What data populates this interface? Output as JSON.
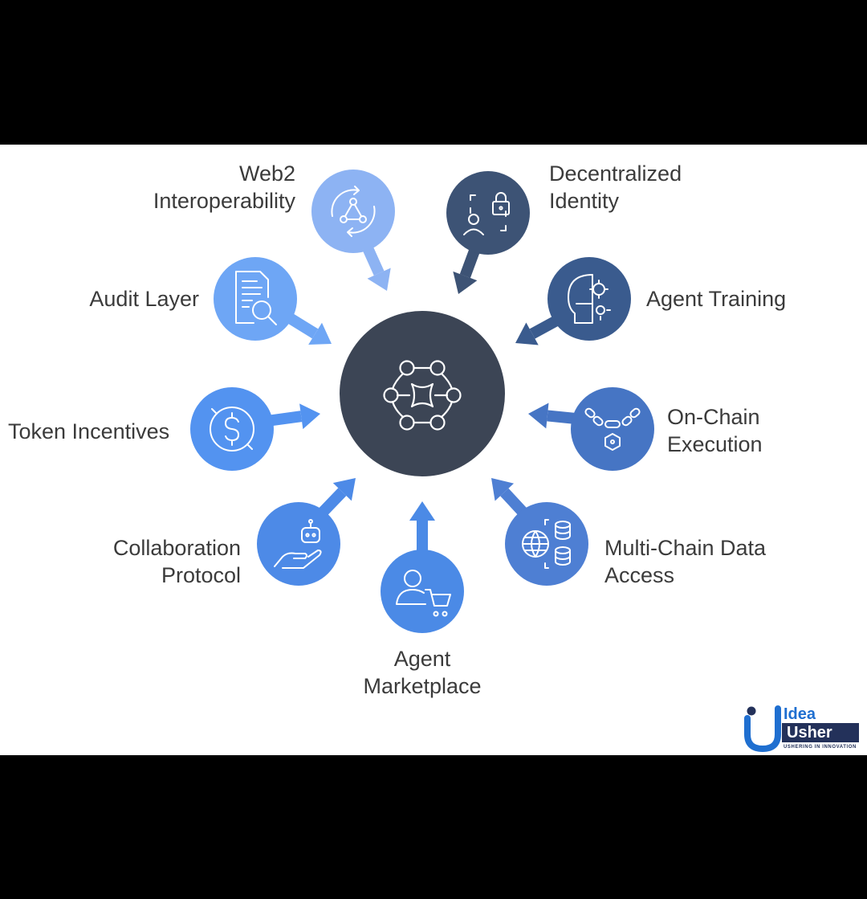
{
  "diagram": {
    "nodes": [
      {
        "id": "web2",
        "label": "Web2\nInteroperability",
        "icon": "sync-triangle-icon",
        "color": "#8db3f3"
      },
      {
        "id": "identity",
        "label": "Decentralized\nIdentity",
        "icon": "user-lock-icon",
        "color": "#3d5375"
      },
      {
        "id": "training",
        "label": "Agent Training",
        "icon": "head-gears-icon",
        "color": "#3a5b8e"
      },
      {
        "id": "onchain",
        "label": "On-Chain\nExecution",
        "icon": "chain-link-icon",
        "color": "#4675c4"
      },
      {
        "id": "multichain",
        "label": "Multi-Chain Data\nAccess",
        "icon": "globe-database-icon",
        "color": "#4e7fd3"
      },
      {
        "id": "marketplace",
        "label": "Agent\nMarketplace",
        "icon": "user-cart-icon",
        "color": "#4b8ae6"
      },
      {
        "id": "collab",
        "label": "Collaboration\nProtocol",
        "icon": "robot-hand-icon",
        "color": "#4d8ae7"
      },
      {
        "id": "token",
        "label": "Token Incentives",
        "icon": "dollar-coin-icon",
        "color": "#5393f0"
      },
      {
        "id": "audit",
        "label": "Audit Layer",
        "icon": "document-search-icon",
        "color": "#6ea6f5"
      }
    ],
    "hub": {
      "icon": "network-hub-icon",
      "color": "#3c4555"
    }
  },
  "brand": {
    "name_top": "Idea",
    "name_bottom": "Usher",
    "tagline": "USHERING IN INNOVATION",
    "colors": {
      "primary": "#1f6fd0",
      "dark": "#23315a"
    }
  }
}
